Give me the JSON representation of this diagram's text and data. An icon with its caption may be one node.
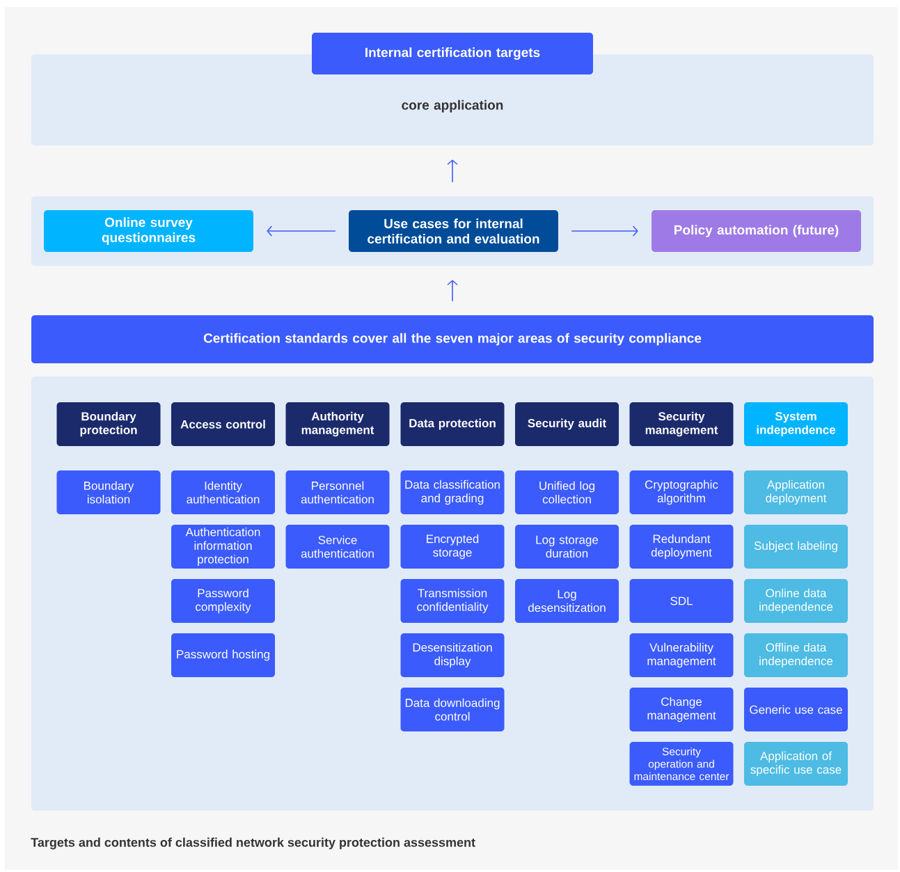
{
  "diagram": {
    "caption": "Targets and contents of classified network security protection assessment",
    "nodes": [
      {
        "text": [
          "Internal certification targets"
        ]
      },
      {
        "text": [
          "core application"
        ]
      },
      {
        "text": [],
        "shape": "box"
      },
      {
        "text": [
          "Online survey questionnaires"
        ],
        "in": 2
      },
      {
        "text": [
          "Use cases for internal certification and evaluation"
        ],
        "in": 2
      },
      {
        "text": [
          "Policy automation (future)"
        ],
        "in": 2
      },
      {
        "text": [
          "Certification standards cover all the seven major areas of security compliance"
        ]
      },
      {
        "text": [],
        "shape": "box"
      },
      {
        "text": [
          "Boundary protection"
        ],
        "in": 7
      },
      {
        "text": [
          "Boundary isolation"
        ],
        "in": 7
      },
      {
        "text": [
          "Access control"
        ],
        "in": 7
      },
      {
        "text": [
          "Identity authentication"
        ],
        "in": 7
      },
      {
        "text": [
          "Authentication information protection"
        ],
        "in": 7
      },
      {
        "text": [
          "Password complexity"
        ],
        "in": 7
      },
      {
        "text": [
          "Password hosting"
        ],
        "in": 7
      },
      {
        "text": [
          "Authority management"
        ],
        "in": 7
      },
      {
        "text": [
          "Personnel authentication"
        ],
        "in": 7
      },
      {
        "text": [
          "Service authentication"
        ],
        "in": 7
      },
      {
        "text": [
          "Data protection"
        ],
        "in": 7
      },
      {
        "text": [
          "Data classification and grading"
        ],
        "in": 7
      },
      {
        "text": [
          "Encrypted storage"
        ],
        "in": 7
      },
      {
        "text": [
          "Transmission confidentiality"
        ],
        "in": 7
      },
      {
        "text": [
          "Desensitization display"
        ],
        "in": 7
      },
      {
        "text": [
          "Data downloading control"
        ],
        "in": 7
      },
      {
        "text": [
          "Security audit"
        ],
        "in": 7
      },
      {
        "text": [
          "Unified log collection"
        ],
        "in": 7
      },
      {
        "text": [
          "Log storage duration"
        ],
        "in": 7
      },
      {
        "text": [
          "Log desensitization"
        ],
        "in": 7
      },
      {
        "text": [
          "Security management"
        ],
        "in": 7
      },
      {
        "text": [
          "Cryptographic algorithm"
        ],
        "in": 7
      },
      {
        "text": [
          "Redundant deployment"
        ],
        "in": 7
      },
      {
        "text": [
          "SDL"
        ],
        "in": 7
      },
      {
        "text": [
          "Vulnerability management"
        ],
        "in": 7
      },
      {
        "text": [
          "Change management"
        ],
        "in": 7
      },
      {
        "text": [
          "Security operation and maintenance center"
        ],
        "in": 7
      },
      {
        "text": [
          "System independence"
        ],
        "in": 7
      },
      {
        "text": [
          "Application deployment"
        ],
        "in": 7
      },
      {
        "text": [
          "Subject labeling"
        ],
        "in": 7
      },
      {
        "text": [
          "Online data independence"
        ],
        "in": 7
      },
      {
        "text": [
          "Offline data independence"
        ],
        "in": 7
      },
      {
        "text": [
          "Generic use case"
        ],
        "in": 7
      },
      {
        "text": [
          "Application of specific use case"
        ],
        "in": 7
      }
    ],
    "edges": [
      {
        "from": 2,
        "to": 1,
        "arrow": "to"
      },
      {
        "from": 4,
        "to": 3,
        "arrow": "to"
      },
      {
        "from": 4,
        "to": 5,
        "arrow": "to"
      },
      {
        "from": 6,
        "to": 2,
        "arrow": "to"
      }
    ]
  }
}
